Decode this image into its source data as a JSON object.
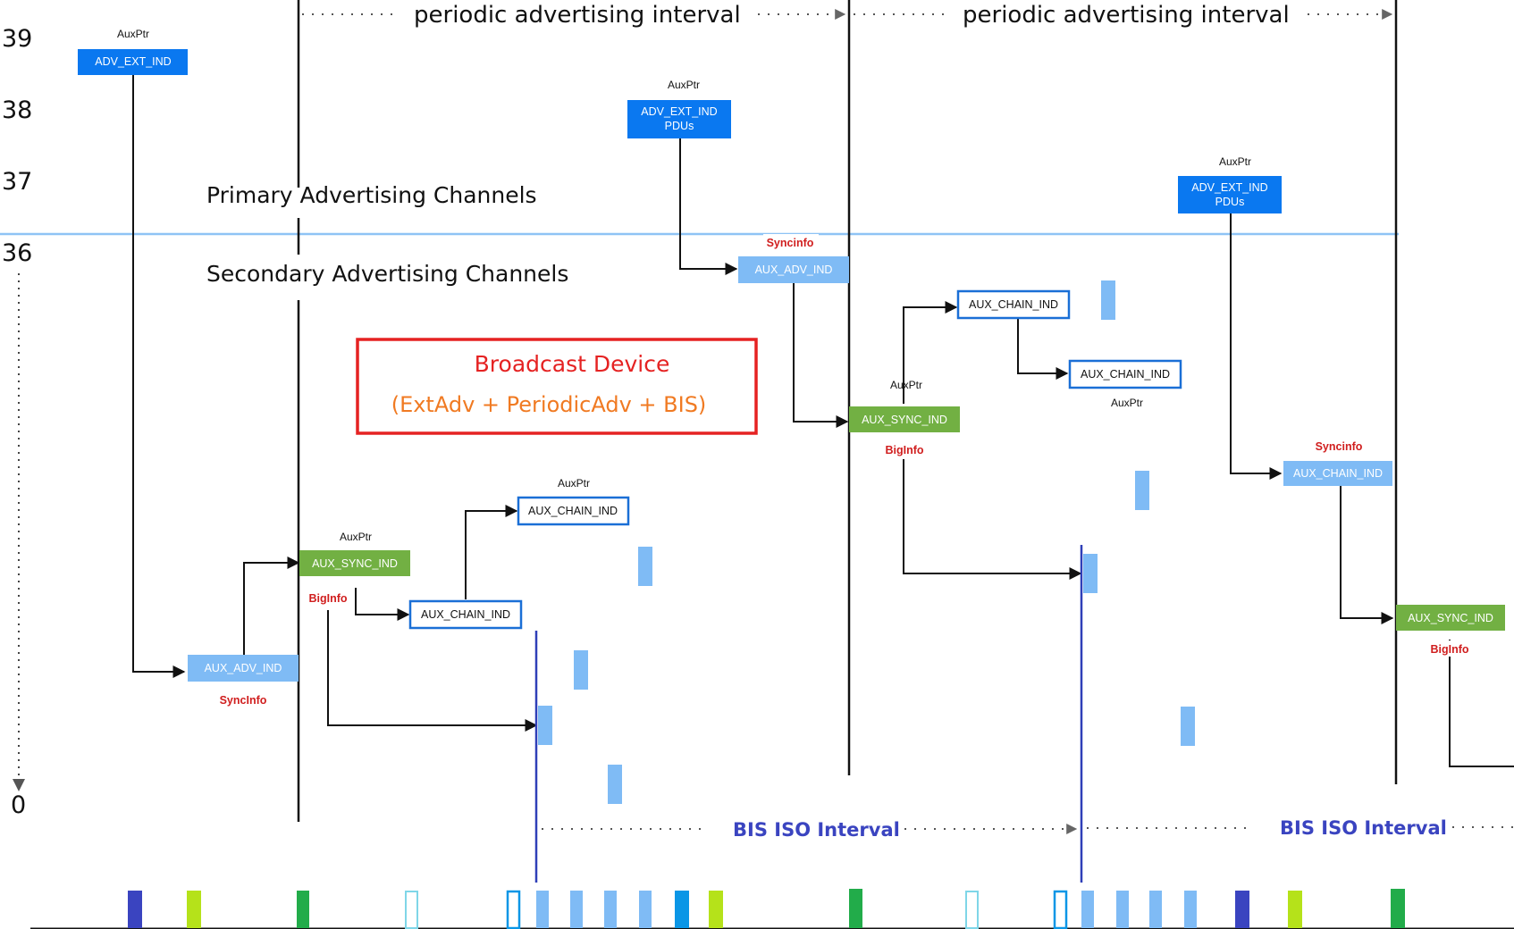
{
  "channels": [
    "39",
    "38",
    "37",
    "36",
    "0"
  ],
  "regions": {
    "primary": "Primary Advertising Channels",
    "secondary": "Secondary Advertising Channels"
  },
  "intervals": {
    "periodic_1": "periodic advertising interval",
    "periodic_2": "periodic advertising interval",
    "bis_1": "BIS ISO Interval",
    "bis_2": "BIS ISO Interval"
  },
  "broadcast": {
    "title": "Broadcast Device",
    "subtitle": "(ExtAdv + PeriodicAdv + BIS)"
  },
  "pdus": {
    "adv_ext_1": "ADV_EXT_IND",
    "adv_ext_2_l1": "ADV_EXT_IND",
    "adv_ext_2_l2": "PDUs",
    "adv_ext_3_l1": "ADV_EXT_IND",
    "adv_ext_3_l2": "PDUs",
    "aux_adv_1": "AUX_ADV_IND",
    "aux_adv_2": "AUX_ADV_IND",
    "aux_sync_1": "AUX_SYNC_IND",
    "aux_sync_2": "AUX_SYNC_IND",
    "aux_sync_3": "AUX_SYNC_IND",
    "aux_chain_1": "AUX_CHAIN_IND",
    "aux_chain_2": "AUX_CHAIN_IND",
    "aux_chain_3": "AUX_CHAIN_IND",
    "aux_chain_4": "AUX_CHAIN_IND",
    "aux_chain_5": "AUX_CHAIN_IND"
  },
  "annotations": {
    "auxptr_1": "AuxPtr",
    "auxptr_2": "AuxPtr",
    "auxptr_3": "AuxPtr",
    "auxptr_4": "AuxPtr",
    "auxptr_5": "AuxPtr",
    "auxptr_6": "AuxPtr",
    "auxptr_7": "AuxPtr",
    "syncinfo_1": "SyncInfo",
    "syncinfo_2": "Syncinfo",
    "syncinfo_3": "Syncinfo",
    "biginfo_1": "BigInfo",
    "biginfo_2": "BigInfo",
    "biginfo_3": "BigInfo"
  },
  "colors": {
    "primary_pdu": "#0a78f0",
    "aux_adv": "#7fbbf5",
    "aux_sync": "#72b043",
    "aux_chain_border": "#1a6fd6",
    "bis_event": "#7fbbf5",
    "bis_line": "#2f3fb8",
    "channel_divider": "#8ec3f5",
    "annotation_red": "#d01e1e",
    "broadcast_border": "#e52222",
    "broadcast_subtitle": "#f07a22",
    "timeline_blue_dark": "#3a44c0",
    "timeline_yellow_green": "#b5e21a",
    "timeline_green": "#22ac4a",
    "timeline_azure": "#0a96e6"
  }
}
